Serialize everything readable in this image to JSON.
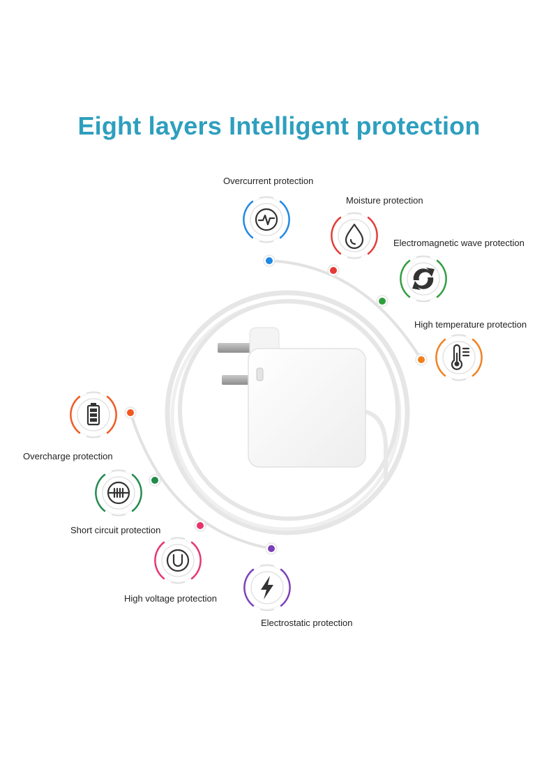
{
  "title": "Eight layers Intelligent protection",
  "features": [
    {
      "label": "Overcurrent protection",
      "icon": "pulse-icon",
      "color": "#1e88e5"
    },
    {
      "label": "Moisture protection",
      "icon": "water-drop-icon",
      "color": "#e53935"
    },
    {
      "label": "Electromagnetic wave protection",
      "icon": "refresh-arrows-icon",
      "color": "#2e9e3c"
    },
    {
      "label": "High temperature protection",
      "icon": "thermometer-icon",
      "color": "#f2801e"
    },
    {
      "label": "Overcharge protection",
      "icon": "battery-icon",
      "color": "#f2581e"
    },
    {
      "label": "Short circuit protection",
      "icon": "circuit-icon",
      "color": "#1f8a4c"
    },
    {
      "label": "High voltage protection",
      "icon": "voltage-u-icon",
      "color": "#e8336d"
    },
    {
      "label": "Electrostatic protection",
      "icon": "lightning-icon",
      "color": "#7b3fb8"
    }
  ]
}
